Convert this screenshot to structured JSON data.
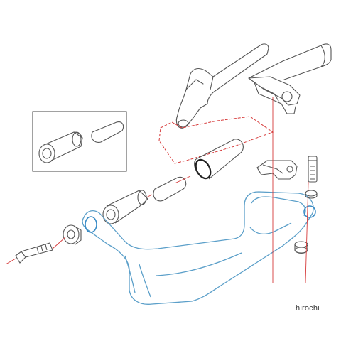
{
  "watermark": {
    "text": "hirochi"
  },
  "colors": {
    "outline": "#555555",
    "bar": "#5b9fc9",
    "oring": "#222222",
    "leader": "#d63a3a",
    "ring_blue": "#3a8cc6",
    "watermark": "#333333"
  },
  "icons": [
    "handguard-bracket",
    "handguard-bar",
    "inset-detail",
    "bolt",
    "washer",
    "spacer",
    "grip-sleeve",
    "o-ring",
    "mount-clamp"
  ]
}
